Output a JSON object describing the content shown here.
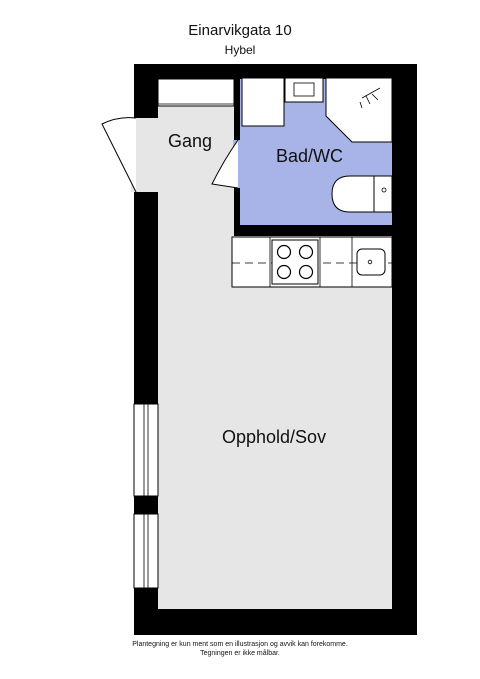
{
  "header": {
    "title": "Einarvikgata 10",
    "subtitle": "Hybel"
  },
  "rooms": {
    "gang": "Gang",
    "bad": "Bad/WC",
    "opphold": "Opphold/Sov"
  },
  "disclaimer": {
    "line1": "Plantegning er kun ment som en illustrasjon og avvik kan forekomme.",
    "line2": "Tegningen er ikke målbar."
  },
  "colors": {
    "wall": "#000000",
    "floor": "#e6e6e6",
    "bathroom": "#a8b4e8",
    "fixture": "#ffffff"
  }
}
